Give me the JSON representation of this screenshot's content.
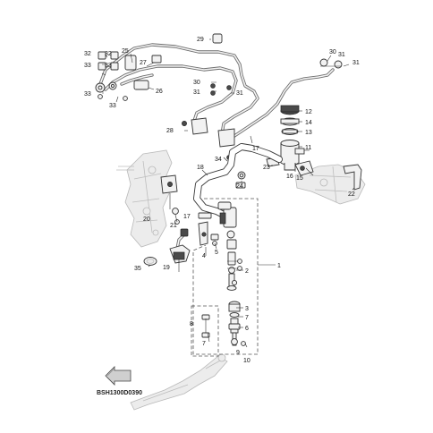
{
  "diagram_code": "BSH1300D0390",
  "callouts": [
    "1",
    "2",
    "3",
    "4",
    "5",
    "6",
    "7",
    "8",
    "9",
    "10",
    "11",
    "12",
    "13",
    "14",
    "15",
    "16",
    "17",
    "18",
    "19",
    "20",
    "21",
    "22",
    "23",
    "24",
    "25",
    "26",
    "27",
    "28",
    "29",
    "30",
    "31",
    "32",
    "33",
    "34",
    "35"
  ],
  "front_arrow_icon": "front-direction-arrow-icon",
  "colors": {
    "line": "#333333",
    "ghost": "#b9b9b9",
    "hose": "#3a3a3a"
  }
}
